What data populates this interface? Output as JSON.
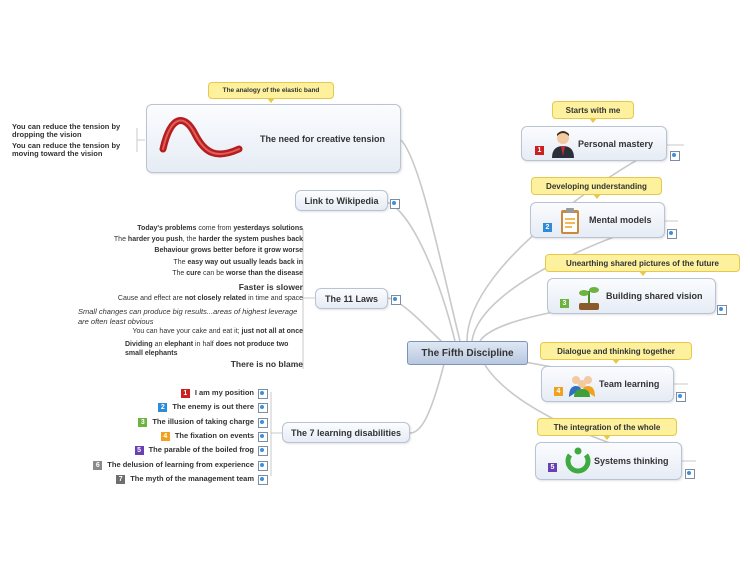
{
  "center": "The Fifth Discipline",
  "right_branches": [
    {
      "callout": "Starts with me",
      "label": "Personal mastery",
      "num": "1",
      "num_color": "#cc1f1f",
      "icon": "businessman-icon"
    },
    {
      "callout": "Developing understanding",
      "label": "Mental models",
      "num": "2",
      "num_color": "#2e8bd8",
      "icon": "clipboard-icon"
    },
    {
      "callout": "Unearthing shared pictures of the future",
      "label": "Building shared vision",
      "num": "3",
      "num_color": "#6db33f",
      "icon": "sprout-icon"
    },
    {
      "callout": "Dialogue and thinking together",
      "label": "Team learning",
      "num": "4",
      "num_color": "#f0a21f",
      "icon": "team-icon"
    },
    {
      "callout": "The integration of the whole",
      "label": "Systems thinking",
      "num": "5",
      "num_color": "#6a3fb3",
      "icon": "cycle-icon"
    }
  ],
  "creative_tension": {
    "callout": "The analogy of the elastic band",
    "label": "The need for creative tension",
    "notes": [
      "You can reduce the tension by dropping the vision",
      "You can reduce the tension by moving toward the vision"
    ]
  },
  "wikipedia": {
    "label": "Link to Wikipedia"
  },
  "laws": {
    "label": "The 11 Laws",
    "items": [
      {
        "parts": [
          [
            "b",
            "Today's problems"
          ],
          [
            "n",
            " come from "
          ],
          [
            "b",
            "yesterdays solutions"
          ]
        ]
      },
      {
        "parts": [
          [
            "n",
            "The "
          ],
          [
            "b",
            "harder you push"
          ],
          [
            "n",
            ", the "
          ],
          [
            "b",
            "harder the system pushes back"
          ]
        ]
      },
      {
        "parts": [
          [
            "b",
            "Behaviour grows better before it grow worse"
          ]
        ]
      },
      {
        "parts": [
          [
            "n",
            "The "
          ],
          [
            "b",
            "easy way out usually leads back in"
          ]
        ]
      },
      {
        "parts": [
          [
            "n",
            "The "
          ],
          [
            "b",
            "cure"
          ],
          [
            "n",
            " can be "
          ],
          [
            "b",
            "worse than the disease"
          ]
        ]
      },
      {
        "parts": [
          [
            "b",
            "Faster is slower"
          ]
        ]
      },
      {
        "parts": [
          [
            "n",
            "Cause and effect are "
          ],
          [
            "b",
            "not closely related"
          ],
          [
            "n",
            " in time and space"
          ]
        ]
      },
      {
        "parts": [
          [
            "i",
            "Small changes can produce big results...areas of highest leverage are often least obvious"
          ]
        ]
      },
      {
        "parts": [
          [
            "n",
            "You can have your cake and eat it; "
          ],
          [
            "b",
            "just not all at once"
          ]
        ]
      },
      {
        "parts": [
          [
            "b",
            "Dividing"
          ],
          [
            "n",
            " an "
          ],
          [
            "b",
            "elephant"
          ],
          [
            "n",
            " in half "
          ],
          [
            "b",
            "does not produce two small elephants"
          ]
        ]
      },
      {
        "parts": [
          [
            "b",
            "There is no blame"
          ]
        ]
      }
    ]
  },
  "disabilities": {
    "label": "The 7 learning disabilities",
    "items": [
      {
        "num": "1",
        "color": "#cc1f1f",
        "text": "I am my position"
      },
      {
        "num": "2",
        "color": "#2e8bd8",
        "text": "The enemy is out there"
      },
      {
        "num": "3",
        "color": "#6db33f",
        "text": "The illusion of taking charge"
      },
      {
        "num": "4",
        "color": "#f0a21f",
        "text": "The fixation on events"
      },
      {
        "num": "5",
        "color": "#6a3fb3",
        "text": "The parable of the boiled frog"
      },
      {
        "num": "6",
        "color": "#8a8a8a",
        "text": "The delusion of learning from experience"
      },
      {
        "num": "7",
        "color": "#6e6e6e",
        "text": "The myth of the management team"
      }
    ]
  }
}
